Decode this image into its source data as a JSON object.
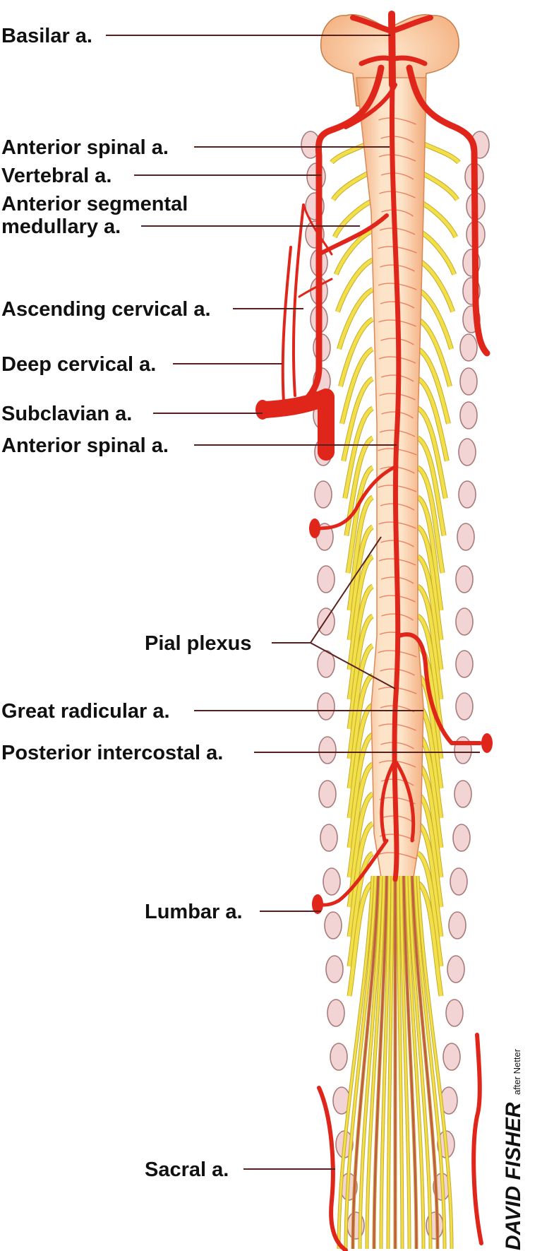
{
  "labels": {
    "basilar": "Basilar a.",
    "anterior_spinal_upper": "Anterior spinal a.",
    "vertebral": "Vertebral a.",
    "ant_seg_medullary_1": "Anterior segmental",
    "ant_seg_medullary_2": "medullary a.",
    "ascending_cervical": "Ascending cervical a.",
    "deep_cervical": "Deep cervical a.",
    "subclavian": "Subclavian a.",
    "anterior_spinal_lower": "Anterior spinal a.",
    "pial_plexus": "Pial plexus",
    "great_radicular": "Great radicular a.",
    "posterior_intercostal": "Posterior intercostal a.",
    "lumbar": "Lumbar a.",
    "sacral": "Sacral a."
  },
  "signature": {
    "artist": "DAVID FISHER",
    "note": "after Netter"
  },
  "colors": {
    "artery": "#e0261a",
    "artery_dark": "#b01810",
    "cord": "#f9c9a0",
    "cord_shade": "#f2a877",
    "nerve": "#f2e04a",
    "nerve_edge": "#c7a92a",
    "vertebra": "#f3d4d4",
    "vertebra_edge": "#a87a7a",
    "leader": "#5a2020"
  }
}
